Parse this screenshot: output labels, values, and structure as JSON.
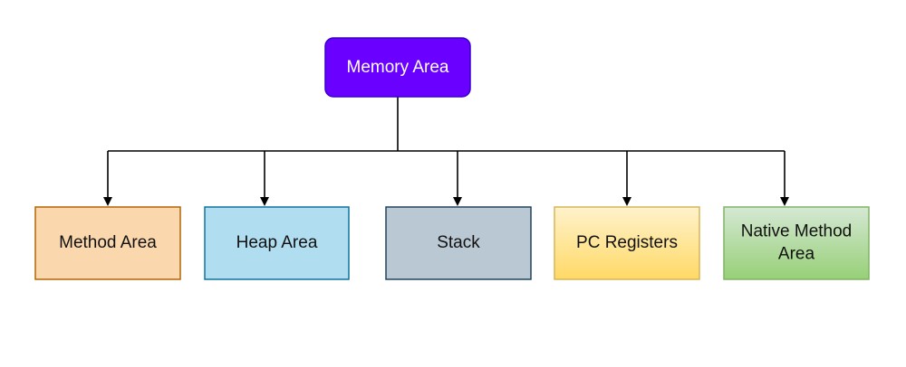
{
  "root": {
    "label": "Memory Area",
    "fill": "#6a00ff",
    "stroke": "#3700cc",
    "text_color": "#ffffff"
  },
  "children": [
    {
      "label_lines": [
        "Method Area"
      ],
      "fill": "#fad7ac",
      "stroke": "#b46504"
    },
    {
      "label_lines": [
        "Heap Area"
      ],
      "fill": "#b1ddf0",
      "stroke": "#10739e"
    },
    {
      "label_lines": [
        "Stack"
      ],
      "fill": "#bac8d3",
      "stroke": "#23445d"
    },
    {
      "label_lines": [
        "PC Registers"
      ],
      "fill_top": "#fff2cc",
      "fill_bottom": "#ffd966",
      "stroke": "#d6b656"
    },
    {
      "label_lines": [
        "Native Method",
        "Area"
      ],
      "fill_top": "#d5e8d4",
      "fill_bottom": "#97d077",
      "stroke": "#82b366"
    }
  ],
  "connector_color": "#000000"
}
